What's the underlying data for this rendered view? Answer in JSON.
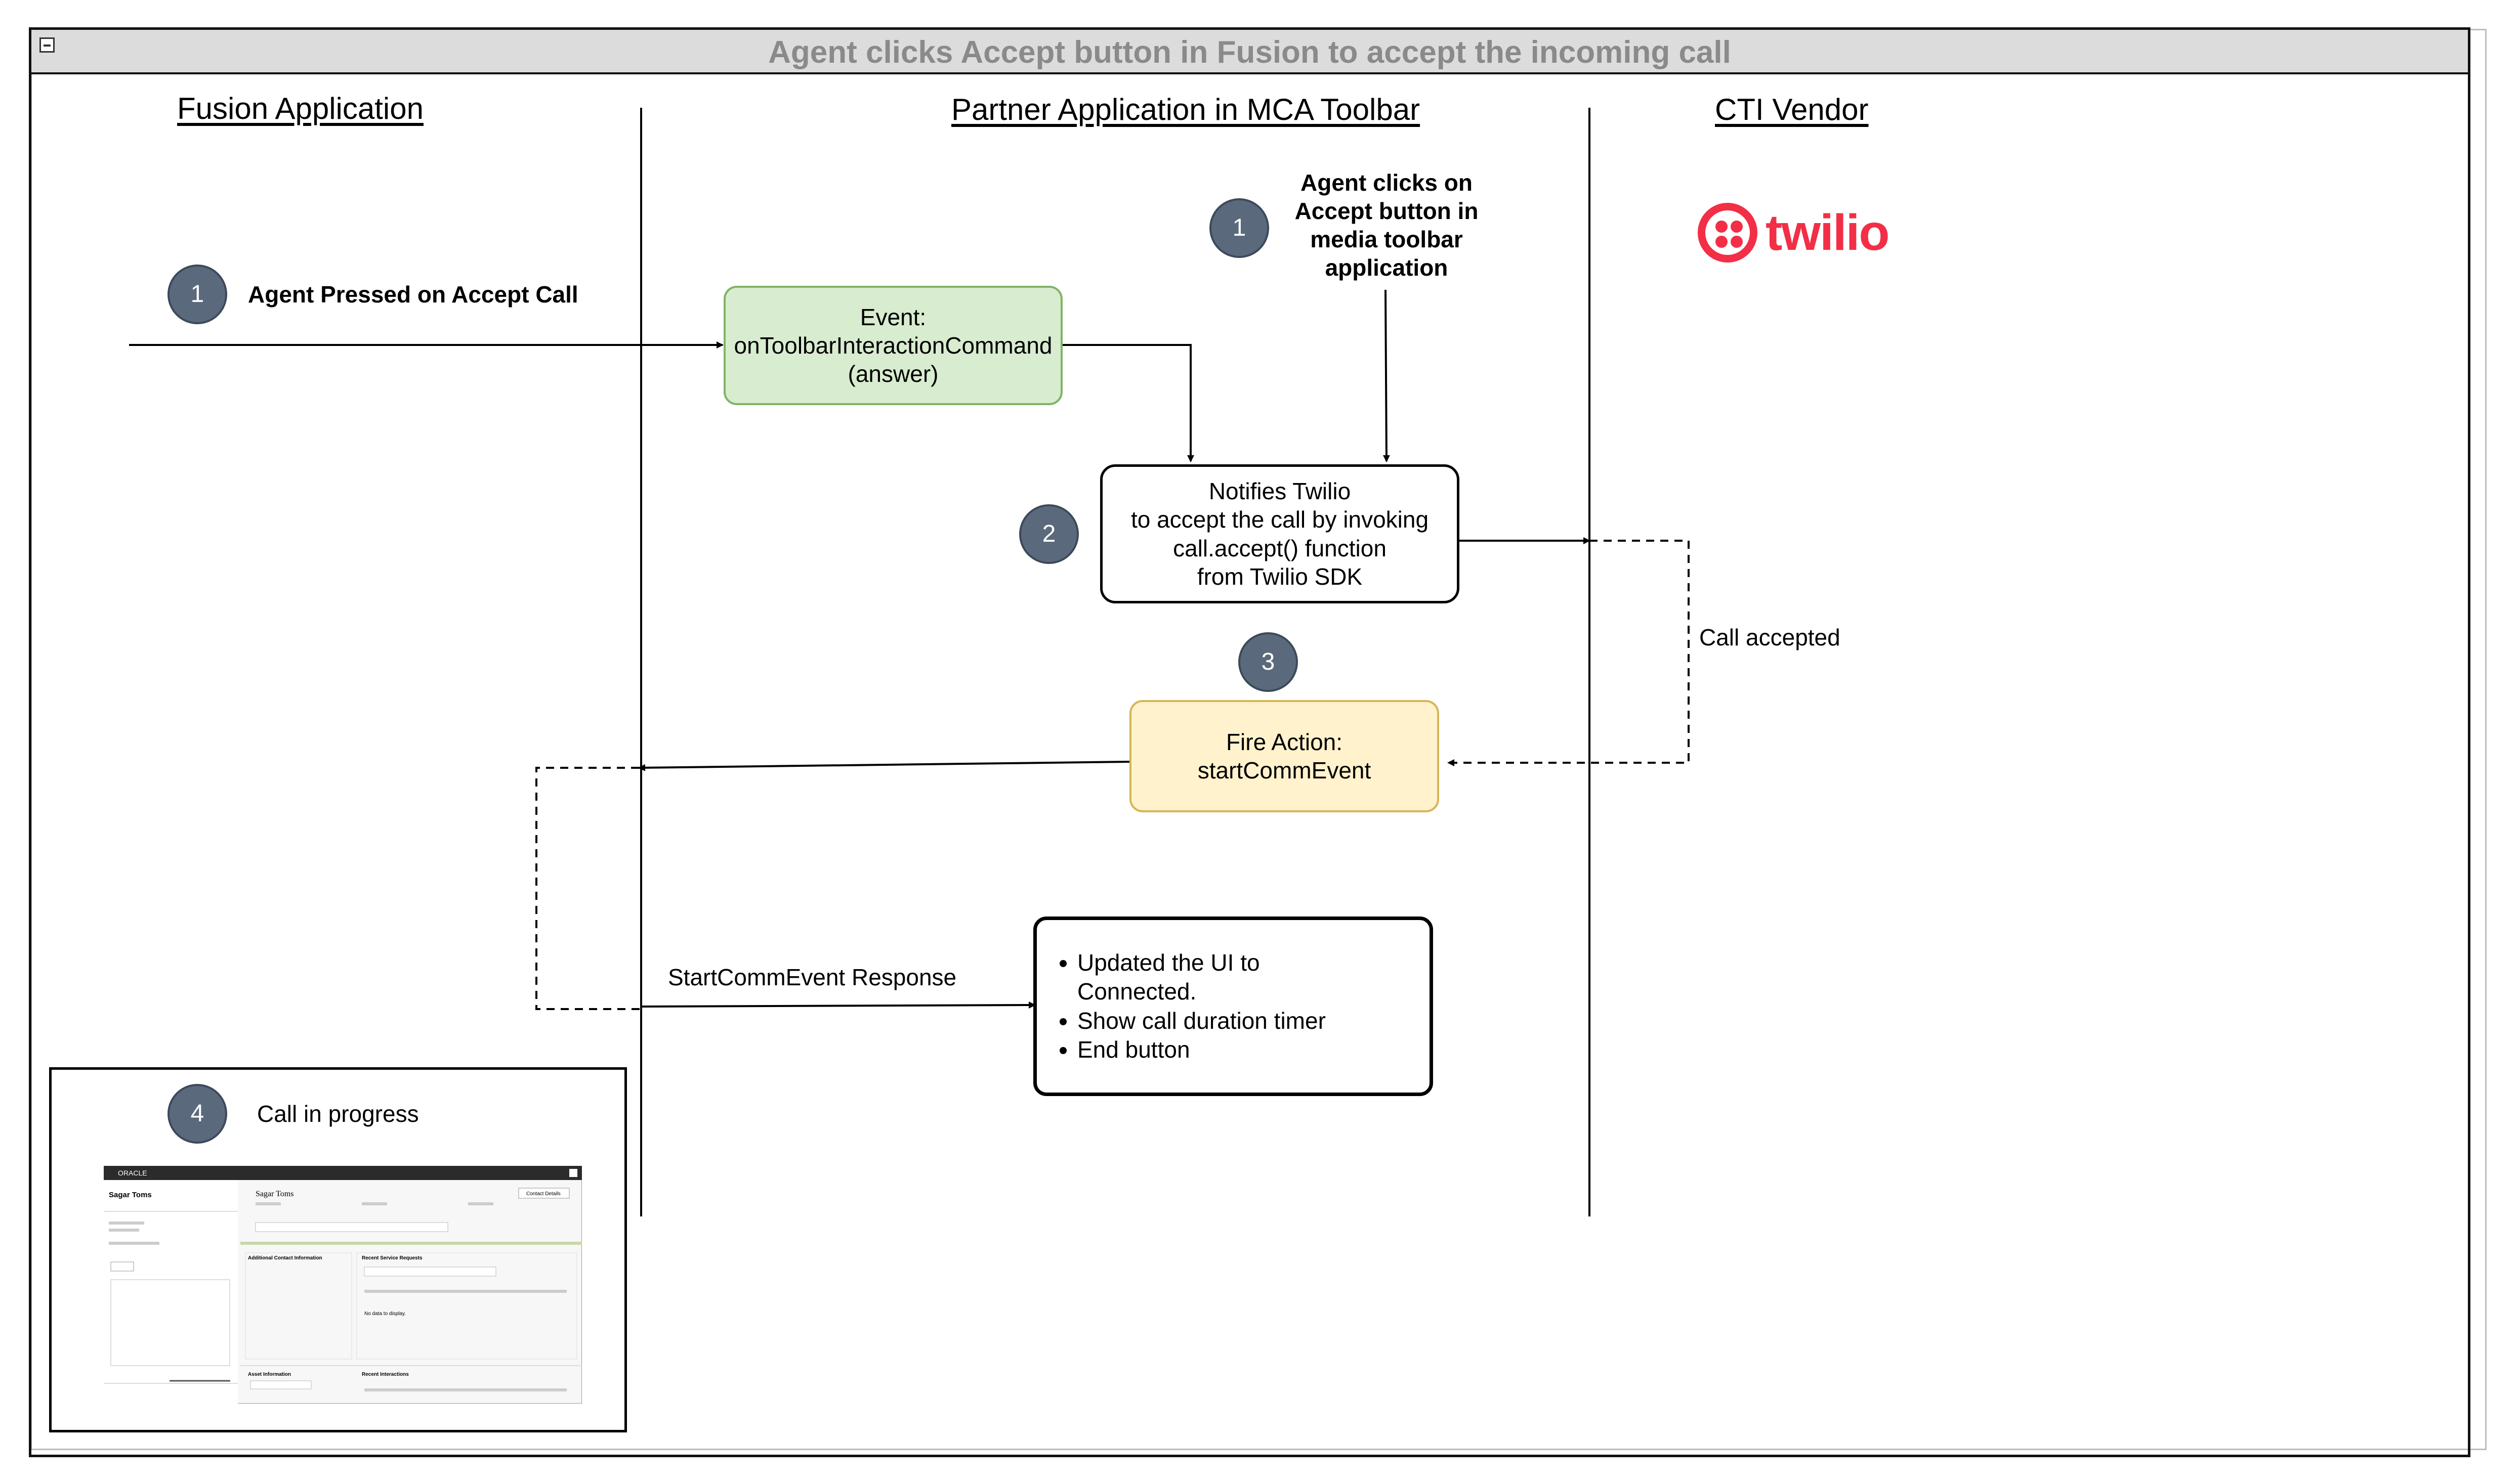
{
  "title": "Agent clicks Accept button in Fusion to accept the incoming call",
  "lanes": {
    "fusion": "Fusion Application",
    "partner": "Partner Application in MCA Toolbar",
    "cti": "CTI Vendor"
  },
  "vendor_logo_text": "twilio",
  "steps": {
    "fusion_1": {
      "badge": "1",
      "label": "Agent Pressed on Accept Call"
    },
    "toolbar_1": {
      "badge": "1",
      "lines": [
        "Agent clicks on",
        "Accept button in",
        "media toolbar",
        "application"
      ]
    },
    "step_2": {
      "badge": "2"
    },
    "step_3": {
      "badge": "3"
    },
    "step_4": {
      "badge": "4",
      "label": "Call in progress"
    }
  },
  "boxes": {
    "event": {
      "lines": [
        "Event:",
        "onToolbarInteractionCommand",
        "(answer)"
      ]
    },
    "notify": {
      "lines": [
        "Notifies Twilio",
        "to accept the call by invoking",
        "call.accept() function",
        "from Twilio SDK"
      ]
    },
    "fire_action": {
      "lines": [
        "Fire Action:",
        "startCommEvent"
      ]
    },
    "result": {
      "items": [
        "Updated the UI to Connected.",
        "Show call duration timer",
        "End button"
      ]
    }
  },
  "edge_labels": {
    "call_accepted": "Call accepted",
    "start_comm_response": "StartCommEvent Response"
  },
  "colors": {
    "event_fill": "#d8ecd0",
    "event_stroke": "#82b366",
    "fire_fill": "#fff2cc",
    "fire_stroke": "#d6b656",
    "badge_fill": "#5a6a7c",
    "twilio_red": "#f22f46",
    "title_bar": "#dcdcdc"
  },
  "screenshot": {
    "brand": "ORACLE",
    "contact_name": "Sagar Toms",
    "button": "Contact Details",
    "sections": [
      "Additional Contact Information",
      "Recent Service Requests",
      "Asset Information",
      "Recent Interactions"
    ],
    "no_data": "No data to display."
  }
}
